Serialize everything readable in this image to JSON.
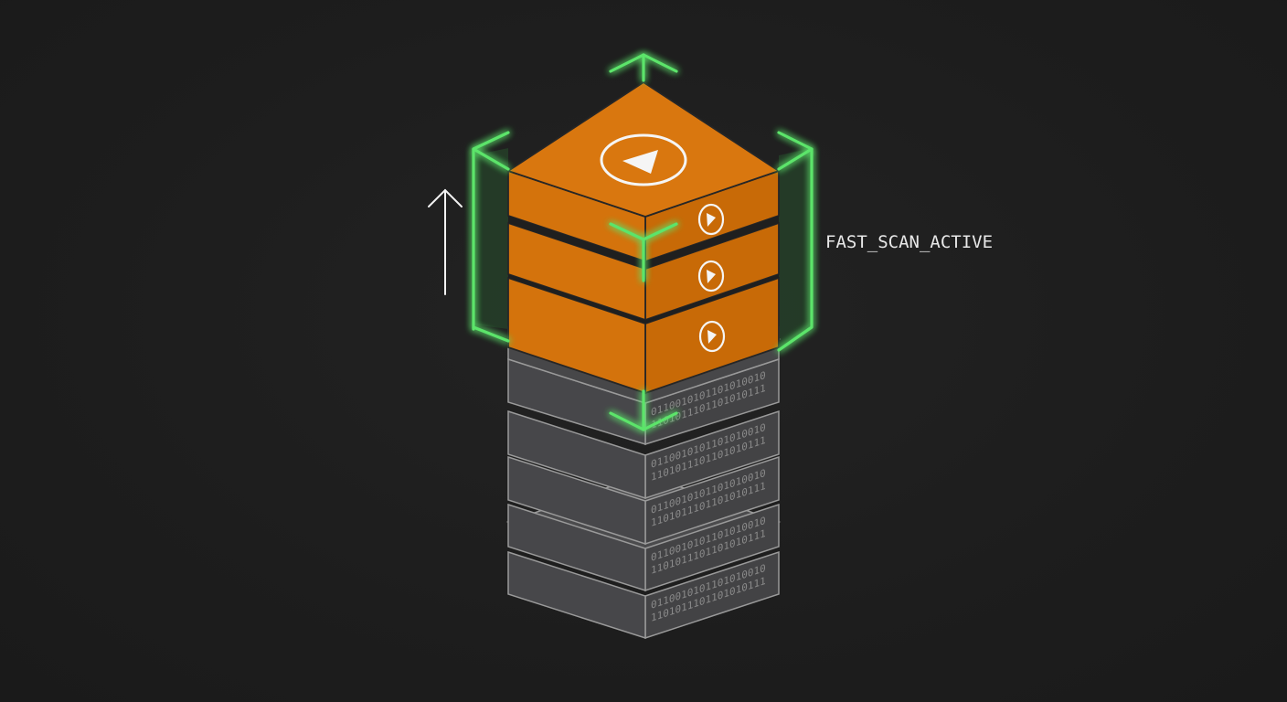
{
  "status_label": "FAST_SCAN_ACTIVE",
  "binary_rows": {
    "row_a": "0110010101101010010",
    "row_b": "1101011101101010111"
  },
  "layers": {
    "orange_count": 3,
    "gray_count": 5
  },
  "icons": {
    "top": "play-icon",
    "side": "play-icon",
    "bracket": "selection-bracket-icon",
    "lift_arrow": "up-arrow-icon"
  },
  "colors": {
    "background": "#1e1e1e",
    "orange_top": "#d9770f",
    "orange_side": "#cc6d08",
    "gray_top": "#4b4b4d",
    "gray_side": "#434345",
    "bracket": "#5be46a",
    "outline": "#262626",
    "gray_outline": "#9a9a9a",
    "white": "#f5f5f5"
  }
}
